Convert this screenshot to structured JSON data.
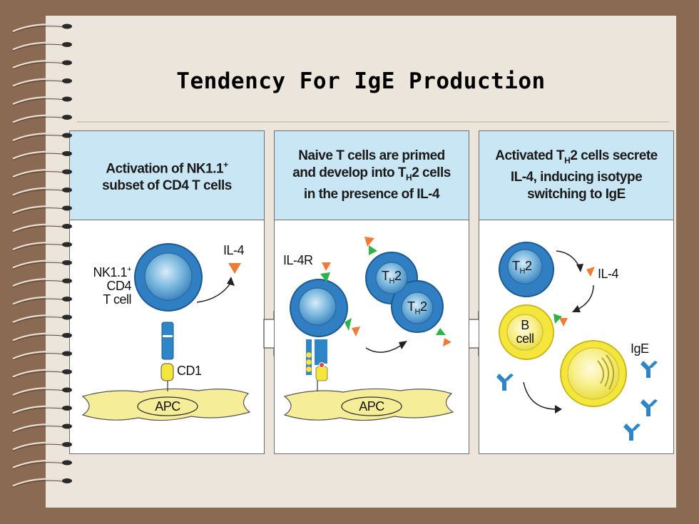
{
  "slide": {
    "title": "Tendency For IgE Production"
  },
  "panels": [
    {
      "header_line1_pre": "Activation of NK1.1",
      "header_line1_sup": "+",
      "header_line2": "subset of CD4 T cells",
      "labels": {
        "il4": "IL-4",
        "nk_line1": "NK1.1",
        "nk_sup": "+",
        "nk_line2": "CD4",
        "nk_line3": "T cell",
        "cd1": "CD1",
        "apc": "APC"
      }
    },
    {
      "header_line1": "Naive T cells are primed",
      "header_line2_pre": "and develop into T",
      "header_line2_sub": "H",
      "header_line2_post": "2 cells",
      "header_line3": "in the presence of IL-4",
      "labels": {
        "il4r": "IL-4R",
        "th_main": "T",
        "th_sub": "H",
        "th_post": "2",
        "apc": "APC"
      }
    },
    {
      "header_line1_pre": "Activated T",
      "header_line1_sub": "H",
      "header_line1_post": "2 cells secrete",
      "header_line2": "IL-4, inducing isotype",
      "header_line3": "switching to IgE",
      "labels": {
        "th_main": "T",
        "th_sub": "H",
        "th_post": "2",
        "il4": "IL-4",
        "b_line1": "B",
        "b_line2": "cell",
        "ige": "IgE"
      }
    }
  ]
}
